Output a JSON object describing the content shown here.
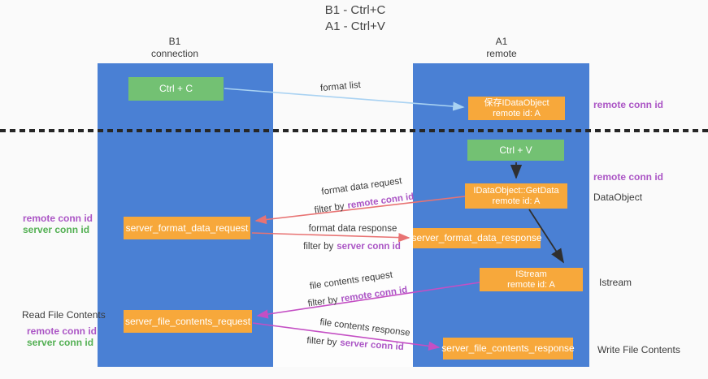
{
  "title": {
    "line1": "B1 - Ctrl+C",
    "line2": "A1 - Ctrl+V"
  },
  "lifelines": {
    "left": {
      "name": "B1",
      "subtitle": "connection"
    },
    "right": {
      "name": "A1",
      "subtitle": "remote"
    }
  },
  "nodes": {
    "ctrl_c": "Ctrl + C",
    "ctrl_v": "Ctrl + V",
    "save_dataobject_line1": "保存IDataObject",
    "save_dataobject_line2": "remote id: A",
    "getdata_line1": "IDataObject::GetData",
    "getdata_line2": "remote id: A",
    "istream_line1": "IStream",
    "istream_line2": "remote id: A",
    "format_request": "server_format_data_request",
    "format_response": "server_format_data_response",
    "file_request": "server_file_contents_request",
    "file_response": "server_file_contents_response"
  },
  "flow_labels": {
    "format_list": "format list",
    "format_data_request": "format data request",
    "format_data_response": "format data response",
    "file_contents_request": "file contents request",
    "file_contents_response": "file contents response",
    "filter_prefix": "filter by",
    "remote_conn_id": "remote conn id",
    "server_conn_id": "server conn id"
  },
  "side_labels": {
    "remote_conn_id": "remote conn id",
    "server_conn_id": "server conn id",
    "dataobject": "DataObject",
    "istream": "Istream",
    "read_file_contents": "Read File Contents",
    "write_file_contents": "Write File Contents"
  },
  "colors": {
    "lifeline_blue": "#4a80d4",
    "box_orange": "#f7a83b",
    "box_green": "#73c173",
    "arrow_red": "#e87373",
    "arrow_magenta": "#c44fc4",
    "arrow_light_blue": "#a9d2f2",
    "arrow_black": "#2f2f2f",
    "label_purple": "#ab55c5",
    "label_green": "#53b053"
  }
}
